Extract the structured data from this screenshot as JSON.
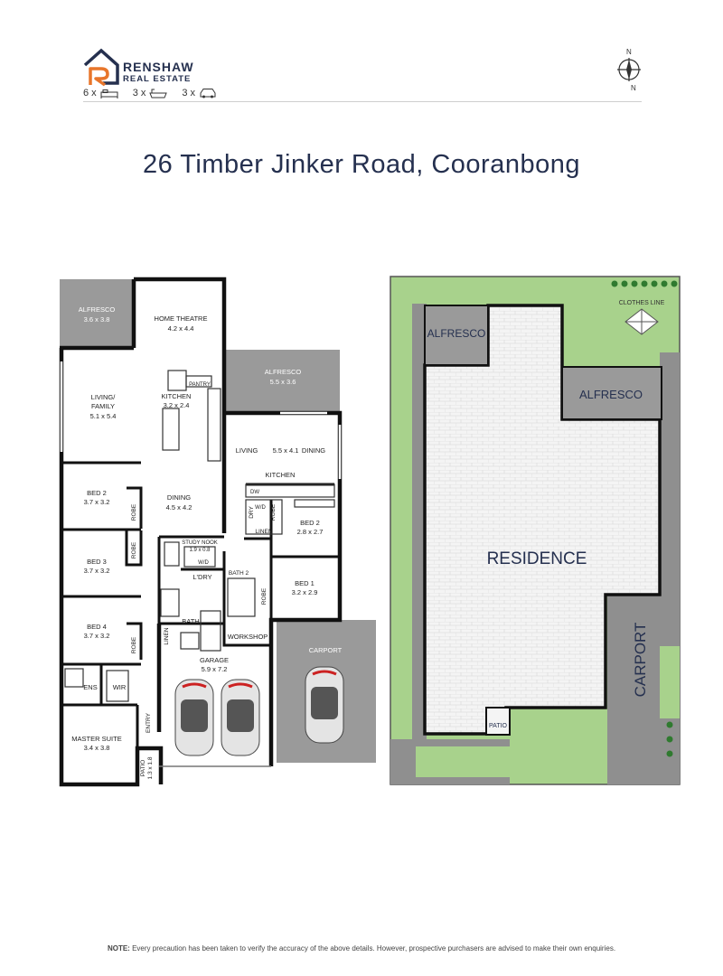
{
  "brand": {
    "name": "RENSHAW",
    "tagline": "REAL ESTATE"
  },
  "features": {
    "bedrooms": {
      "count": "6 x",
      "icon": "bed-icon"
    },
    "bathrooms": {
      "count": "3 x",
      "icon": "bath-icon"
    },
    "parking": {
      "count": "3 x",
      "icon": "car-icon"
    }
  },
  "compass": {
    "top_label": "N",
    "bottom_label": "N"
  },
  "title": "26 Timber Jinker Road, Cooranbong",
  "floorplan": {
    "rooms": {
      "alfresco_w": {
        "name": "ALFRESCO",
        "size": "3.6 x 3.8"
      },
      "home_theatre": {
        "name": "HOME THEATRE",
        "size": "4.2 x 4.4"
      },
      "alfresco_e": {
        "name": "ALFRESCO",
        "size": "5.5 x 3.6"
      },
      "living_family": {
        "name": "LIVING/",
        "name2": "FAMILY",
        "size": "5.1 x 5.4"
      },
      "kitchen": {
        "name": "KITCHEN",
        "size": "3.2 x 2.4"
      },
      "pantry": {
        "name": "PANTRY"
      },
      "living2": {
        "name": "LIVING",
        "size": "5.5 x 4.1",
        "name2": "DINING"
      },
      "kitchen2": {
        "name": "KITCHEN"
      },
      "dw": {
        "name": "DW"
      },
      "bed2": {
        "name": "BED 2",
        "size": "3.7 x 3.2"
      },
      "dining": {
        "name": "DINING",
        "size": "4.5 x 4.2"
      },
      "bed2b": {
        "name": "BED 2",
        "size": "2.8 x 2.7"
      },
      "dryer": {
        "name": "DRY"
      },
      "wd": {
        "name": "W/D"
      },
      "linen": {
        "name": "LINEN"
      },
      "bed3": {
        "name": "BED 3",
        "size": "3.7 x 3.2"
      },
      "study_nook": {
        "name": "STUDY NOOK",
        "size": "1.9 x 0.8"
      },
      "wd2": {
        "name": "W/D"
      },
      "laundry": {
        "name": "L'DRY"
      },
      "bath2": {
        "name": "BATH 2"
      },
      "bed1": {
        "name": "BED 1",
        "size": "3.2 x 2.9"
      },
      "bed4": {
        "name": "BED 4",
        "size": "3.7 x 3.2"
      },
      "bath": {
        "name": "BATH"
      },
      "linen2": {
        "name": "LINEN"
      },
      "workshop": {
        "name": "WORKSHOP"
      },
      "carport": {
        "name": "CARPORT"
      },
      "garage": {
        "name": "GARAGE",
        "size": "5.9 x 7.2"
      },
      "ens": {
        "name": "ENS"
      },
      "wir": {
        "name": "WIR"
      },
      "entry": {
        "name": "ENTRY"
      },
      "master_suite": {
        "name": "MASTER SUITE",
        "size": "3.4 x 3.8"
      },
      "patio": {
        "name": "PATIO",
        "size": "1.3 x 1.8"
      },
      "robe": {
        "name": "ROBE"
      }
    }
  },
  "siteplan": {
    "clothes_line": "CLOTHES LINE",
    "alfresco_w": "ALFRESCO",
    "alfresco_e": "ALFRESCO",
    "residence": "RESIDENCE",
    "carport": "CARPORT",
    "patio": "PATIO"
  },
  "colors": {
    "brand_navy": "#25304f",
    "brand_orange": "#e8762b",
    "grass": "#a8d28c",
    "paving": "#f2f2f2",
    "roof_grey": "#9a9a9a"
  },
  "note": {
    "label": "NOTE:",
    "text": "Every precaution has been taken to verify the accuracy of the above details. However, prospective purchasers are advised to make their own enquiries."
  }
}
